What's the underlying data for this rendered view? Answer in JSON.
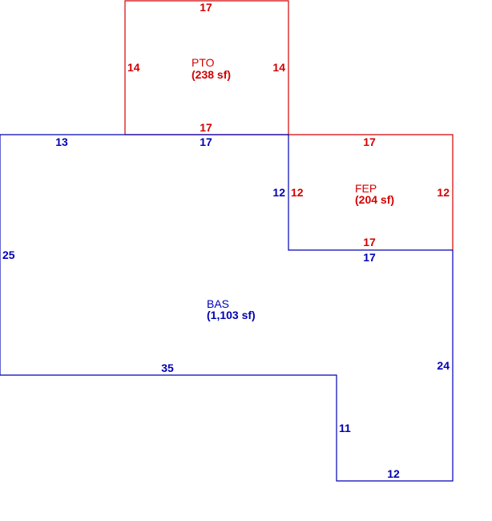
{
  "colors": {
    "main_area": "#0000b4",
    "addition_area": "#d40000",
    "background": "#ffffff"
  },
  "areas": {
    "pto": {
      "code": "PTO",
      "size": "(238 sf)",
      "top": "17",
      "left": "14",
      "right": "14",
      "bottom": "17"
    },
    "fep": {
      "code": "FEP",
      "size": "(204 sf)",
      "top": "17",
      "left": "12",
      "right": "12",
      "bottom": "17"
    },
    "bas": {
      "code": "BAS",
      "size": "(1,103 sf)",
      "top_left_segment": "13",
      "top_middle_segment": "17",
      "notch_left": "12",
      "notch_bottom": "17",
      "left": "25",
      "bottom_left": "35",
      "right": "24",
      "step_vertical": "11",
      "bottom_right": "12"
    }
  }
}
